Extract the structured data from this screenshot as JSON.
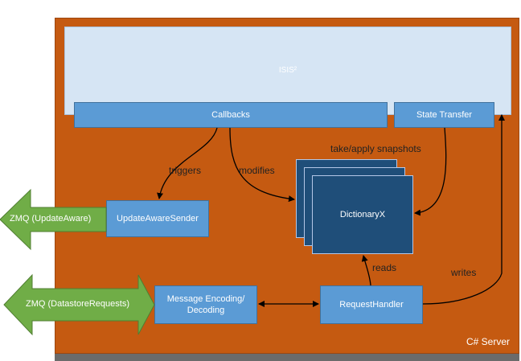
{
  "diagram": {
    "isis_label": "ISIS²",
    "server_label": "C# Server",
    "components": {
      "callbacks": "Callbacks",
      "state_transfer": "State Transfer",
      "update_aware_sender": "UpdateAwareSender",
      "dictionary": "DictionaryX",
      "message_codec": "Message Encoding/ Decoding",
      "request_handler": "RequestHandler"
    },
    "external": {
      "zmq_update_aware": "ZMQ (UpdateAware)",
      "zmq_datastore_requests": "ZMQ (DatastoreRequests)"
    },
    "edges": {
      "triggers": "triggers",
      "modifies": "modifies",
      "snapshots": "take/apply snapshots",
      "reads": "reads",
      "writes": "writes"
    },
    "colors": {
      "server": "#c55a11",
      "isis": "#d6e5f4",
      "component": "#5b9bd5",
      "dictionary": "#1f4e79",
      "zmq_arrow": "#70ad47"
    }
  }
}
